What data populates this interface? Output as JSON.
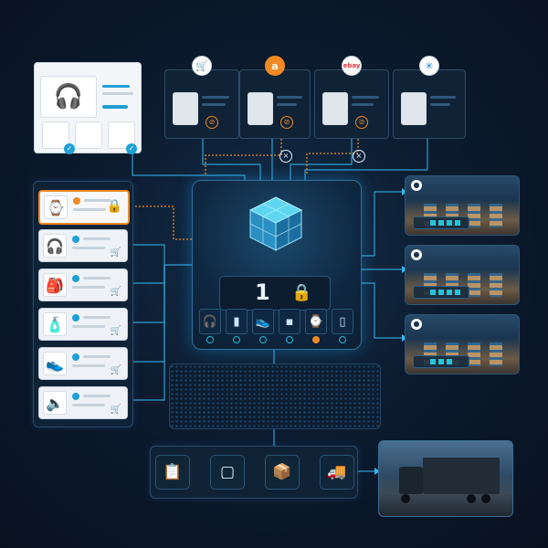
{
  "hub": {
    "count": "1",
    "lock_icon": "lock-icon"
  },
  "marketplaces": [
    {
      "icon": "cart-icon",
      "badge": ""
    },
    {
      "icon": "amazon-logo",
      "badge": "a"
    },
    {
      "icon": "ebay-logo",
      "badge": "ebay"
    },
    {
      "icon": "walmart-logo",
      "badge": "✳"
    }
  ],
  "product_rows": [
    {
      "icon": "watch-icon",
      "action": "lock-icon",
      "selected": true
    },
    {
      "icon": "headphones-icon",
      "action": "cart-icon",
      "selected": false
    },
    {
      "icon": "backpack-icon",
      "action": "cart-icon",
      "selected": false
    },
    {
      "icon": "bottle-icon",
      "action": "cart-icon",
      "selected": false
    },
    {
      "icon": "sneaker-icon",
      "action": "cart-icon",
      "selected": false
    },
    {
      "icon": "speaker-icon",
      "action": "cart-icon",
      "selected": false
    }
  ],
  "inventory_strip": [
    "headphones-icon",
    "speaker-icon",
    "sneaker-icon",
    "cube-icon",
    "watch-icon",
    "bottle-icon"
  ],
  "fulfillment_steps": [
    "clipboard-icon",
    "open-box-icon",
    "package-icon",
    "truck-icon"
  ],
  "colors": {
    "accent": "#1f9fd6",
    "alert": "#f08a24",
    "background": "#0a1424"
  }
}
